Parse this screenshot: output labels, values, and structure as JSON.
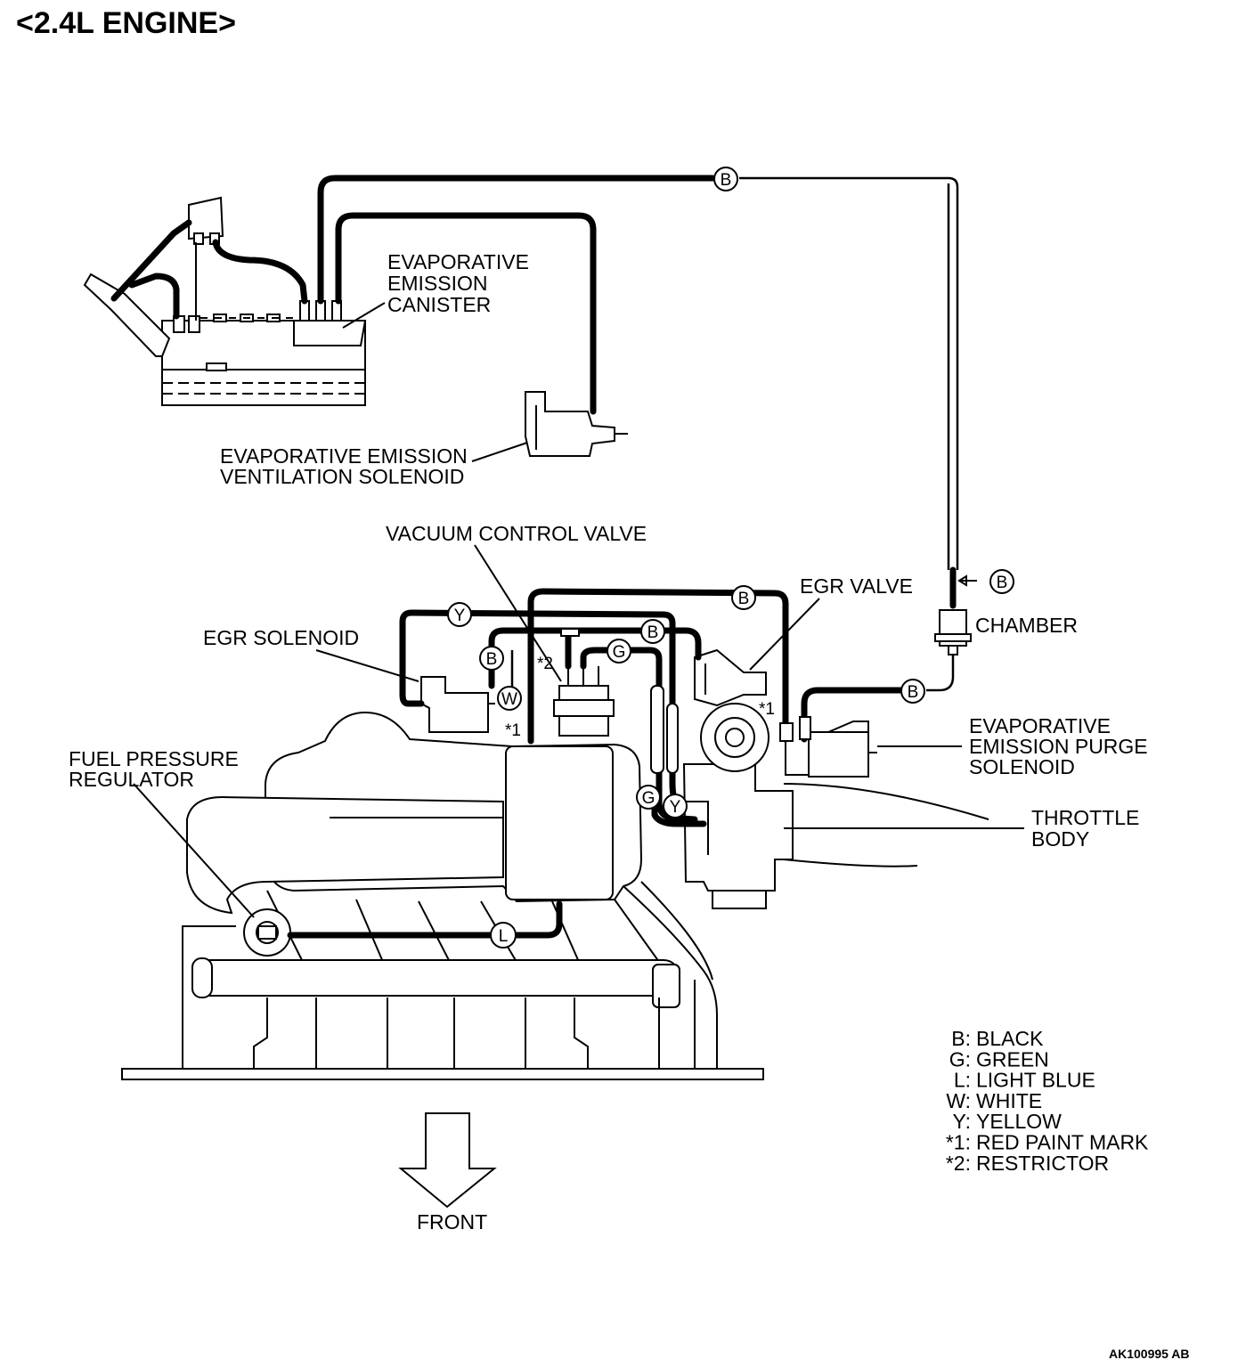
{
  "title": "<2.4L ENGINE>",
  "figure_code": "AK100995 AB",
  "components": {
    "canister": [
      "EVAPORATIVE",
      "EMISSION",
      "CANISTER"
    ],
    "vent_solenoid": [
      "EVAPORATIVE EMISSION",
      "VENTILATION SOLENOID"
    ],
    "vacuum_control_valve": "VACUUM CONTROL VALVE",
    "egr_valve": "EGR VALVE",
    "chamber": "CHAMBER",
    "egr_solenoid": "EGR SOLENOID",
    "purge_solenoid": [
      "EVAPORATIVE",
      "EMISSION PURGE",
      "SOLENOID"
    ],
    "fuel_pressure_regulator": [
      "FUEL PRESSURE",
      "REGULATOR"
    ],
    "throttle_body": [
      "THROTTLE",
      "BODY"
    ],
    "front": "FRONT"
  },
  "hose_tags": {
    "b": "B",
    "g": "G",
    "l": "L",
    "w": "W",
    "y": "Y"
  },
  "marks": {
    "red_paint": "*1",
    "restrictor": "*2"
  },
  "legend": [
    {
      "code": "B",
      "text": "BLACK"
    },
    {
      "code": "G",
      "text": "GREEN"
    },
    {
      "code": "L",
      "text": "LIGHT BLUE"
    },
    {
      "code": "W",
      "text": "WHITE"
    },
    {
      "code": "Y",
      "text": "YELLOW"
    },
    {
      "code": "*1",
      "text": "RED PAINT MARK"
    },
    {
      "code": "*2",
      "text": "RESTRICTOR"
    }
  ]
}
